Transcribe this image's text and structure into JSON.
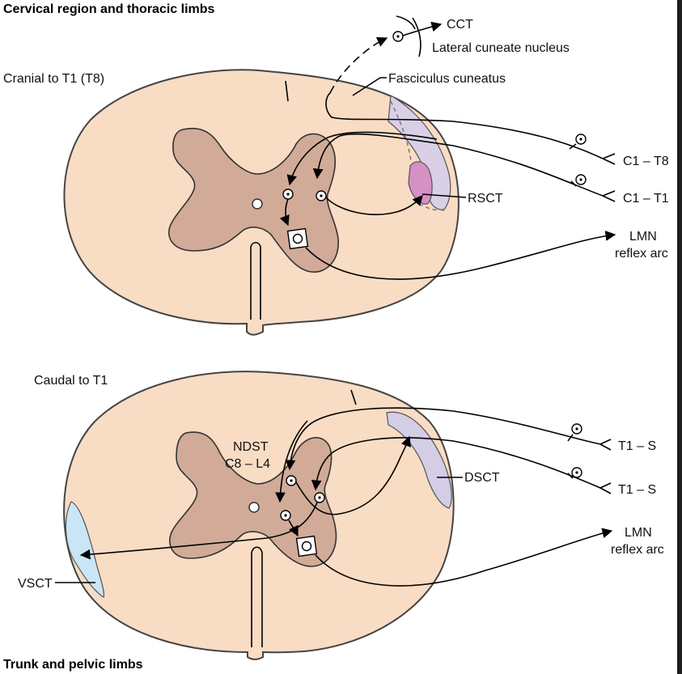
{
  "colors": {
    "white_matter": "#f9dcc4",
    "gray_matter": "#d1ab98",
    "fasciculus_cuneatus_tract": "#d9d0e8",
    "rsct_tract": "#d590c4",
    "dsct_tract": "#d4cde6",
    "vsct_tract": "#c8e6f5"
  },
  "top_section": {
    "heading": "Cervical region and thoracic limbs",
    "level_label": "Cranial to T1 (T8)",
    "labels": {
      "cct": "CCT",
      "lateral_cuneate_nucleus": "Lateral cuneate nucleus",
      "fasciculus_cuneatus": "Fasciculus cuneatus",
      "rsct": "RSCT",
      "root_upper": "C1 – T8",
      "root_lower": "C1 – T1",
      "lmn_line1": "LMN",
      "lmn_line2": "reflex arc"
    }
  },
  "bottom_section": {
    "heading": "Trunk and pelvic limbs",
    "level_label": "Caudal to T1",
    "labels": {
      "ndst_line1": "NDST",
      "ndst_line2": "C8 – L4",
      "dsct": "DSCT",
      "vsct": "VSCT",
      "root_upper": "T1 – S",
      "root_lower": "T1 – S",
      "lmn_line1": "LMN",
      "lmn_line2": "reflex arc"
    }
  }
}
